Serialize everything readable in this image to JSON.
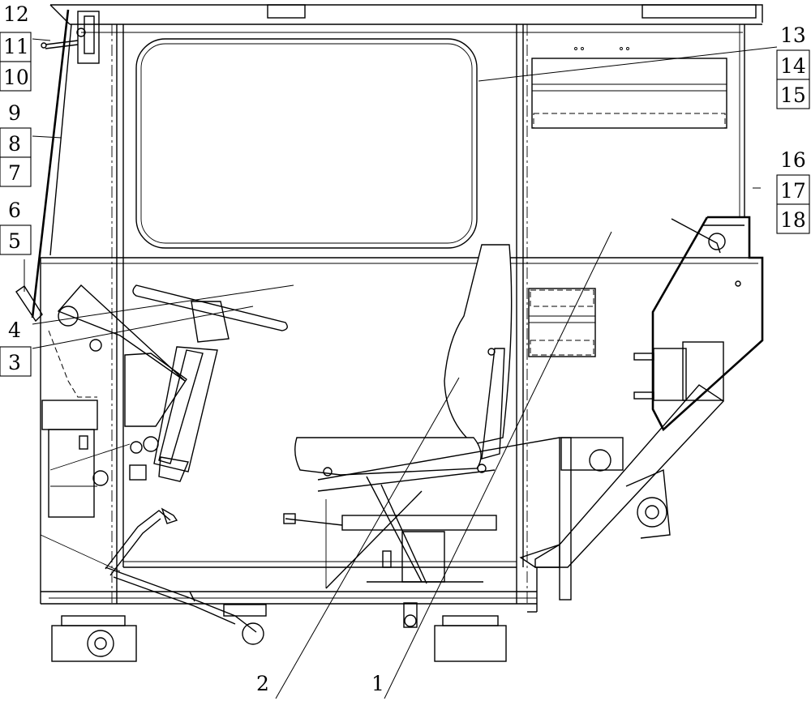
{
  "drawing": {
    "callouts_left": [
      "12",
      "11",
      "10",
      "9",
      "8",
      "7",
      "6",
      "5",
      "4",
      "3"
    ],
    "callouts_right": [
      "13",
      "14",
      "15",
      "16",
      "17",
      "18"
    ],
    "callouts_bottom": [
      "2",
      "1"
    ]
  }
}
